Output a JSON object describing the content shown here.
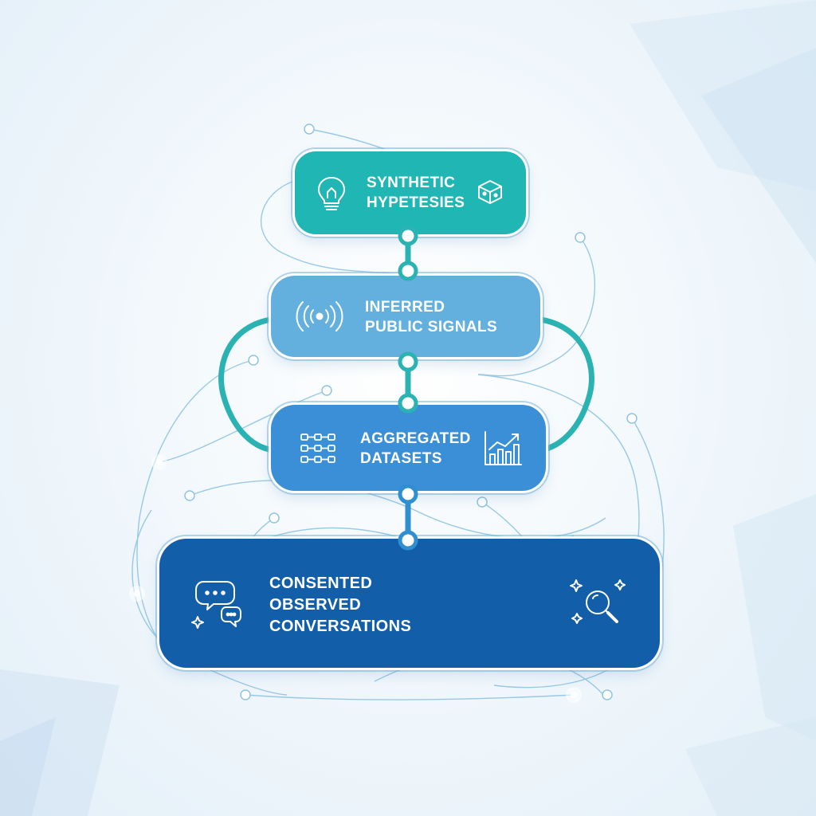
{
  "diagram": {
    "tiers": [
      {
        "id": "synthetic",
        "label": "SYNTHETIC\nHYPETESIES",
        "color": "#20b6b3",
        "icons": [
          "lightbulb-icon",
          "cube-icon"
        ]
      },
      {
        "id": "inferred",
        "label": "INFERRED\nPUBLIC SIGNALS",
        "color": "#63b0df",
        "icons": [
          "signal-waves-icon"
        ]
      },
      {
        "id": "aggregated",
        "label": "AGGREGATED\nDATASETS",
        "color": "#3a8fd6",
        "icons": [
          "dataset-grid-icon",
          "bar-chart-trend-icon"
        ]
      },
      {
        "id": "consented",
        "label": "CONSENTED\nOBSERVED\nCONVERSATIONS",
        "color": "#135ea9",
        "icons": [
          "chat-bubbles-icon",
          "magnifier-sparkle-icon"
        ]
      }
    ],
    "colors": {
      "connector": "#2bb3b3",
      "spine": "#2f8fd0",
      "thread": "#8fc4e3",
      "background": "#eef6fb"
    }
  }
}
